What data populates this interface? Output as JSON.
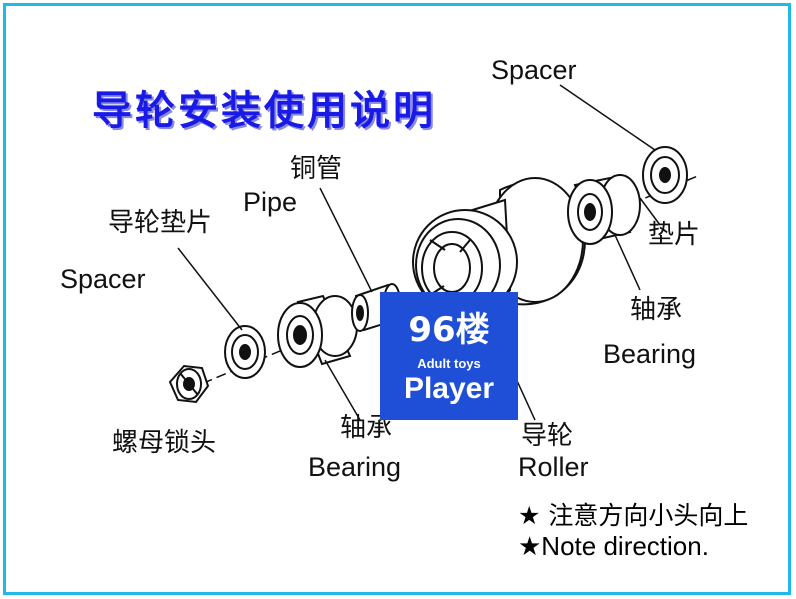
{
  "title": "导轮安装使用说明",
  "labels": {
    "spacer_top": "Spacer",
    "copper_pipe_cn": "铜管",
    "pipe_en": "Pipe",
    "guide_spacer_cn": "导轮垫片",
    "spacer_left": "Spacer",
    "spacer_right_cn": "垫片",
    "bearing_right_cn": "轴承",
    "bearing_right_en": "Bearing",
    "nut_lock_cn": "螺母锁头",
    "bearing_left_cn": "轴承",
    "bearing_left_en": "Bearing",
    "roller_cn": "导轮",
    "roller_en": "Roller"
  },
  "notes": {
    "direction_cn": "★ 注意方向小头向上",
    "direction_en": "★Note direction."
  },
  "watermark": {
    "big": "96楼",
    "small": "Adult toys",
    "player": "Player",
    "color": "#1f4fd6"
  },
  "colors": {
    "frame": "#20b8e8",
    "title": "#1a1ae6"
  }
}
